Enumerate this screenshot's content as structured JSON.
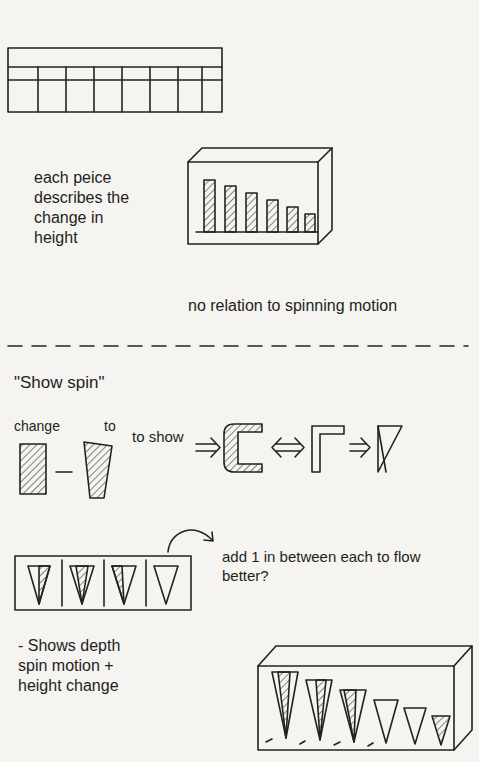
{
  "diagram": {
    "labels": [
      "each peice describes the change in height",
      "no relation to spinning motion",
      "\"Show spin\"",
      "change",
      "to",
      "to show",
      "add 1 in between each to flow better?",
      "- Shows depth spin motion + height change"
    ]
  }
}
